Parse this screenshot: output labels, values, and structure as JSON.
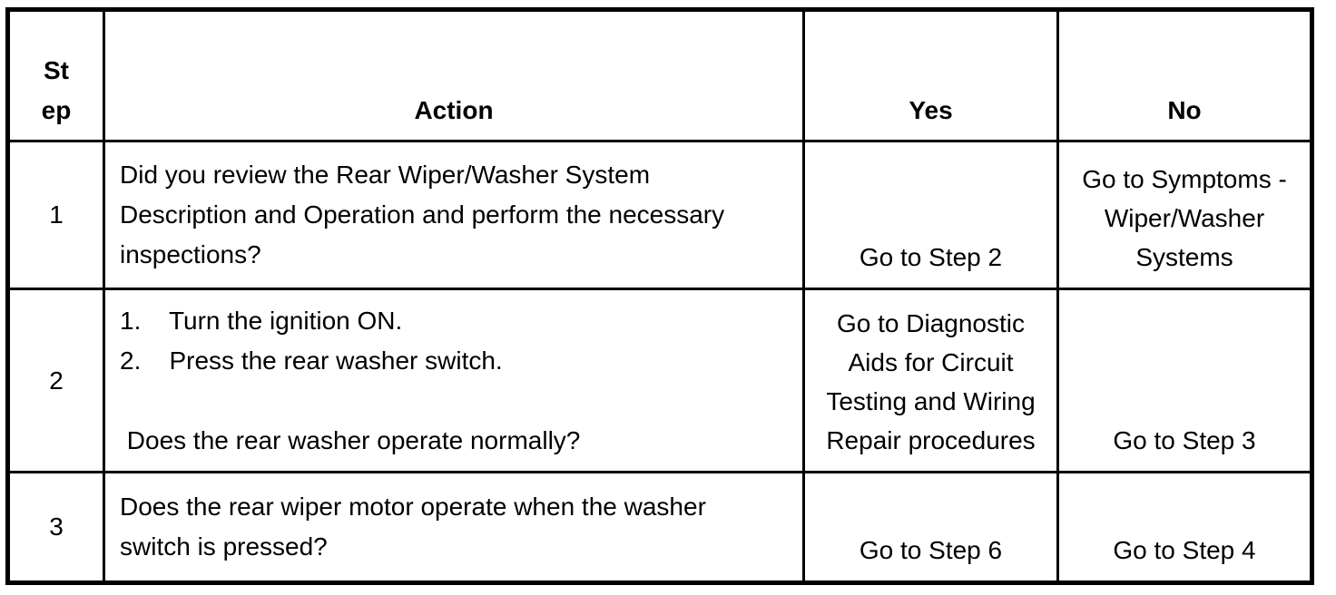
{
  "colors": {
    "border": "#000000",
    "text": "#000000",
    "background": "#ffffff"
  },
  "table": {
    "headers": {
      "step": "St\nep",
      "action": "Action",
      "yes": "Yes",
      "no": "No"
    },
    "rows": [
      {
        "step": "1",
        "action": "Did you review the Rear Wiper/Washer System\nDescription and Operation and perform the necessary\ninspections?",
        "yes": "Go to Step 2",
        "no": "Go to Symptoms -\nWiper/Washer\nSystems"
      },
      {
        "step": "2",
        "action": "1.    Turn the ignition ON.\n2.    Press the rear washer switch.\n\n Does the rear washer operate normally?",
        "yes": "Go to Diagnostic\nAids for Circuit\nTesting and Wiring\nRepair procedures",
        "no": "Go to Step 3"
      },
      {
        "step": "3",
        "action": "Does the rear wiper motor operate when the washer\nswitch is pressed?",
        "yes": "Go to Step 6",
        "no": "Go to Step 4"
      }
    ]
  }
}
